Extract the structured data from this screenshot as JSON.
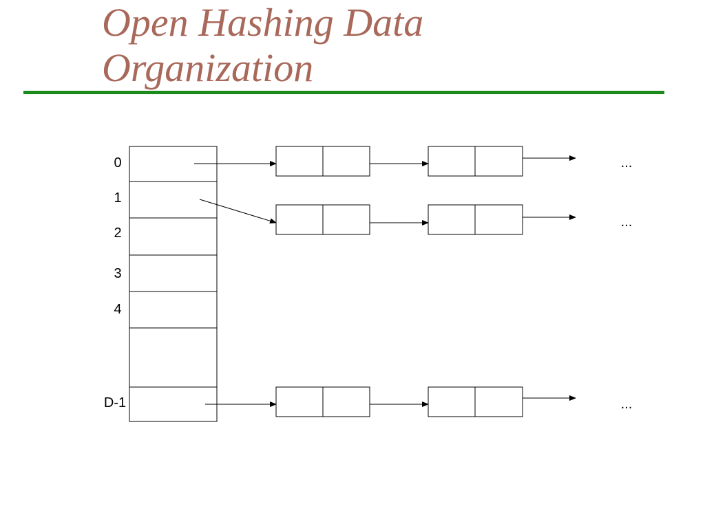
{
  "slide": {
    "title_line1": "Open Hashing Data",
    "title_line2": "Organization"
  },
  "diagram": {
    "bucket_labels": [
      "0",
      "1",
      "2",
      "3",
      "4",
      "D-1"
    ],
    "ellipsis": [
      "...",
      "...",
      "..."
    ]
  }
}
